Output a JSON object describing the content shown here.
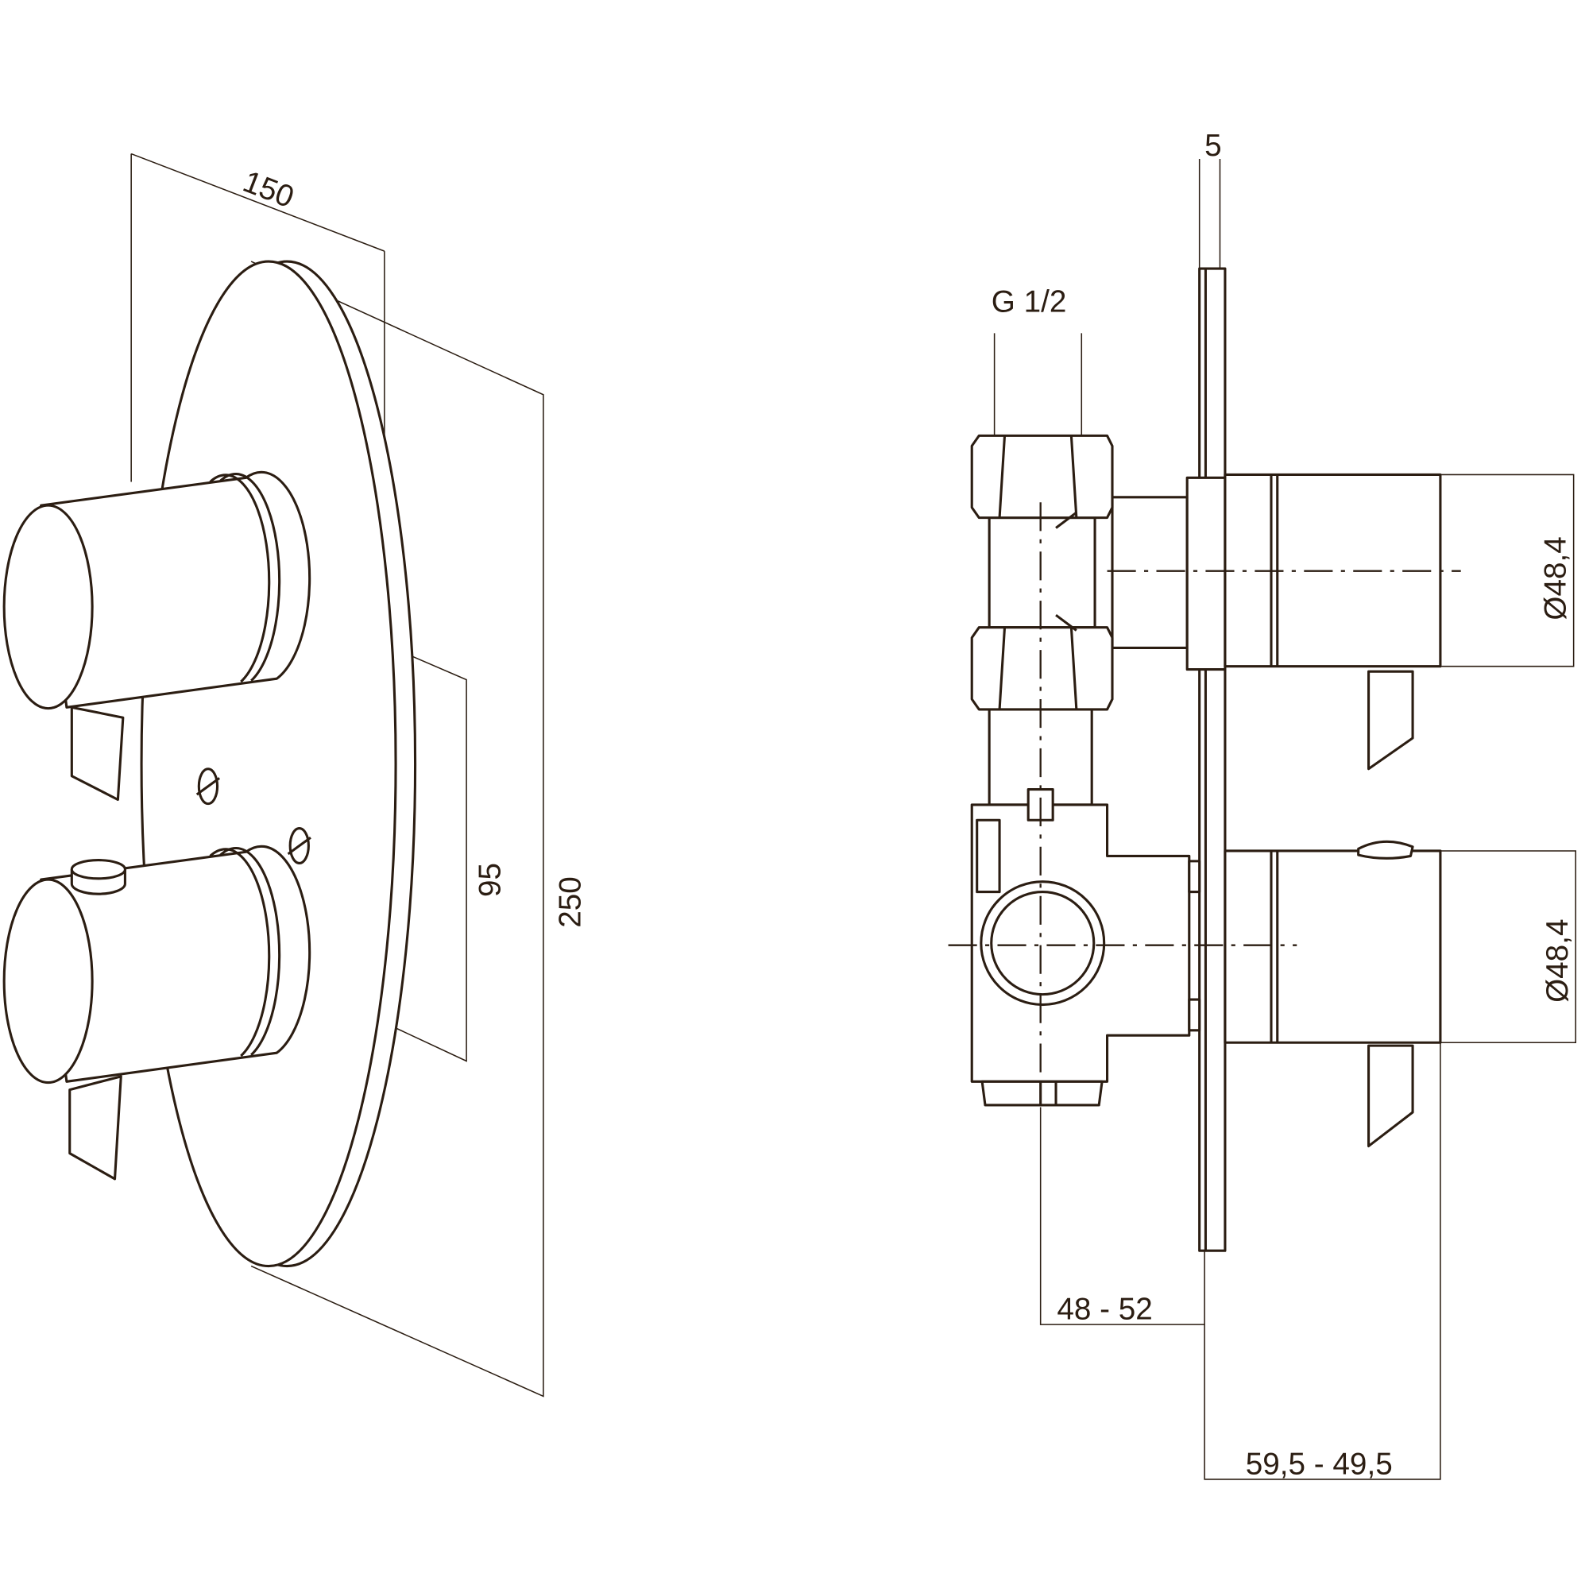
{
  "title": "Thermostatic concealed shower mixer - dimension drawing",
  "colors": {
    "line": "#2b1d12",
    "background": "#ffffff"
  },
  "perspective_view": {
    "dim_width": "150",
    "dim_height": "250",
    "dim_knob_spacing": "95"
  },
  "side_view": {
    "dim_plate_thickness": "5",
    "dim_connection": "G 1/2",
    "dim_knob_diameter_top": "Ø48,4",
    "dim_knob_diameter_bottom": "Ø48,4",
    "dim_wall_depth": "48 - 52",
    "dim_projection": "59,5 - 49,5"
  }
}
